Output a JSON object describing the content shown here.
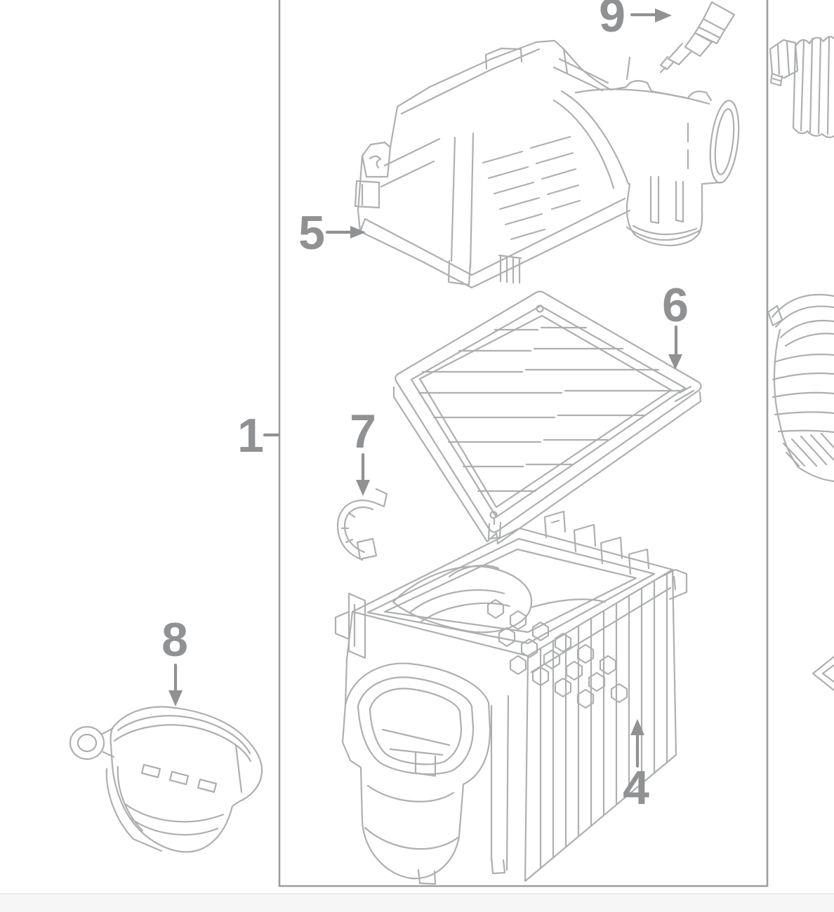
{
  "page": {
    "background": "#ffffff",
    "footer": {
      "strip_color": "#f6f6f6",
      "line_color": "#e3e3e3"
    }
  },
  "diagram": {
    "type": "exploded-parts-diagram",
    "style": {
      "line_color": "#adafb1",
      "box_border_color": "#9b9da0",
      "callout_color": "#8f9193"
    },
    "callouts": [
      {
        "label": "1",
        "target": "air-cleaner-assembly-group-box"
      },
      {
        "label": "5",
        "target": "air-cleaner-cover"
      },
      {
        "label": "6",
        "target": "air-filter-element"
      },
      {
        "label": "7",
        "target": "retaining-clip"
      },
      {
        "label": "4",
        "target": "air-cleaner-lower-housing"
      },
      {
        "label": "8",
        "target": "air-intake-duct"
      },
      {
        "label": "9",
        "target": "intake-air-sensor"
      }
    ]
  }
}
